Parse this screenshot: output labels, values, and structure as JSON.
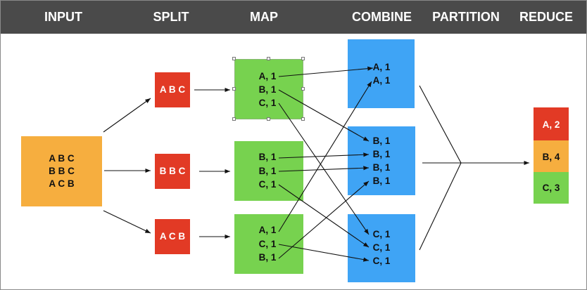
{
  "header": {
    "input": "INPUT",
    "split": "SPLIT",
    "map": "MAP",
    "combine": "COMBINE",
    "partition": "PARTITION",
    "reduce": "REDUCE"
  },
  "input_block": {
    "lines": [
      "A B C",
      "B B C",
      "A C B"
    ]
  },
  "split": [
    "A B C",
    "B B C",
    "A C B"
  ],
  "map": [
    [
      "A, 1",
      "B, 1",
      "C, 1"
    ],
    [
      "B, 1",
      "B, 1",
      "C, 1"
    ],
    [
      "A, 1",
      "C, 1",
      "B, 1"
    ]
  ],
  "combine": [
    [
      "A, 1",
      "A, 1"
    ],
    [
      "B, 1",
      "B, 1",
      "B, 1",
      "B, 1"
    ],
    [
      "C, 1",
      "C, 1",
      "C, 1"
    ]
  ],
  "reduce": [
    "A, 2",
    "B, 4",
    "C, 3"
  ],
  "colors": {
    "header": "#4a4a4a",
    "input": "#f6ae3f",
    "split": "#e23a25",
    "map": "#77d24f",
    "combine": "#3fa4f5",
    "reduce_a": "#e23a25",
    "reduce_b": "#f6ae3f",
    "reduce_c": "#77d24f"
  }
}
